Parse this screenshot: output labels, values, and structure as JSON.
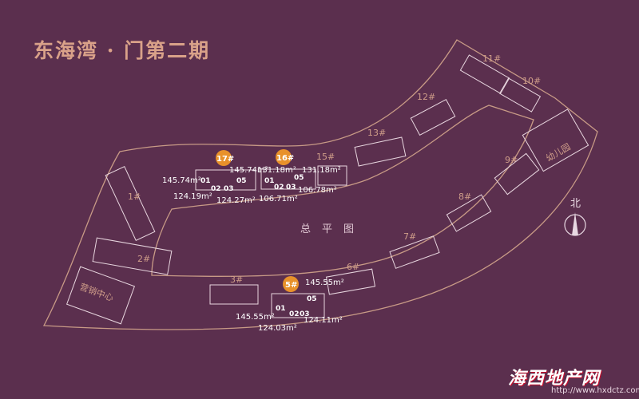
{
  "title": "东海湾 · 门第二期",
  "plan_title": "总平图",
  "north_label": "北",
  "kindergarten": "幼儿园",
  "sales_center": "营销中心",
  "watermark": {
    "name": "海西地产网",
    "url": "http://www.hxdctz.com"
  },
  "buildings": [
    "1#",
    "2#",
    "3#",
    "6#",
    "7#",
    "8#",
    "9#",
    "10#",
    "11#",
    "12#",
    "13#",
    "15#"
  ],
  "highlighted": [
    {
      "label": "17#",
      "units": [
        "01",
        "02",
        "03",
        "05"
      ],
      "areas": {
        "a": "145.74m²",
        "b": "145.74m²",
        "c": "124.19m²",
        "d": "124.27m²"
      }
    },
    {
      "label": "16#",
      "units": [
        "01",
        "02",
        "03",
        "05"
      ],
      "areas": {
        "a": "131.18m²",
        "b": "131.18m²",
        "c": "106.71m²",
        "d": "106.78m²"
      }
    },
    {
      "label": "5#",
      "units": [
        "01",
        "02",
        "03",
        "05"
      ],
      "areas": {
        "a": "145.55m²",
        "b": "145.55m²",
        "c": "124.03m²",
        "d": "124.11m²"
      }
    }
  ],
  "colors": {
    "background": "#5b2f4e",
    "accent": "#e8912a",
    "title": "#d9a189"
  }
}
